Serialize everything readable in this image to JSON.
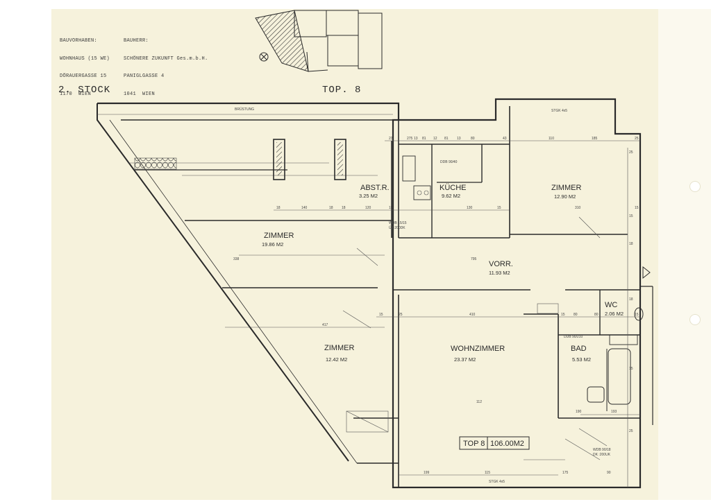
{
  "title_block": {
    "project_lines": [
      "BAUVORHABEN:",
      "WOHNHAUS (15 WE)",
      "DÖRAUERGASSE 15",
      "1170  WIEN"
    ],
    "builder_lines": [
      "BAUHERR:",
      "SCHÖNERE ZUKUNFT Ges.m.b.H.",
      "PANIGLGASSE 4",
      "1041  WIEN"
    ]
  },
  "header": {
    "floor": "2. STOCK",
    "unit": "TOP. 8"
  },
  "rooms": [
    {
      "name": "ZIMMER",
      "area": "19.86 M2"
    },
    {
      "name": "ABST.R.",
      "area": "3.25 M2"
    },
    {
      "name": "KÜCHE",
      "area": "9.62 M2"
    },
    {
      "name": "ZIMMER",
      "area": "12.90 M2"
    },
    {
      "name": "VORR.",
      "area": "11.93 M2"
    },
    {
      "name": "ZIMMER",
      "area": "12.42 M2"
    },
    {
      "name": "WOHNZIMMER",
      "area": "23.37 M2"
    },
    {
      "name": "BAD",
      "area": "5.53 M2"
    },
    {
      "name": "WC",
      "area": "2.06 M2"
    }
  ],
  "summary": {
    "unit": "TOP 8",
    "total": "106.00M2"
  },
  "labels": {
    "balcony": "BRÜSTUNG",
    "window_kitchen": "WDB 15/15",
    "window_kitchen_sub": "ÜK:200DK",
    "window_door": "DDB 90/40",
    "window_bottom": "WDB 90/18",
    "window_bottom_sub": "DK :200UK",
    "window_bath": "DDB 90/210",
    "lintel_top": "STGK 4x5",
    "lintel_bottom": "STGK 4x5"
  },
  "dimensions": {
    "top_row": [
      "23",
      "275",
      "13",
      "81",
      "12",
      "81",
      "13",
      "80",
      "43",
      "110",
      "185",
      "25"
    ],
    "mid_row": [
      "18",
      "140",
      "18",
      "18",
      "120",
      "15",
      "130",
      "15",
      "310",
      "15"
    ],
    "lower_row": [
      "15",
      "417",
      "25",
      "410",
      "15",
      "80",
      "80",
      "15"
    ],
    "wohn_row": [
      "112"
    ],
    "bottom_row": [
      "199",
      "115",
      "175",
      "90"
    ],
    "side": [
      "25",
      "15",
      "18",
      "18",
      "15",
      "25"
    ],
    "misc": [
      "338",
      "795",
      "190",
      "193"
    ]
  }
}
